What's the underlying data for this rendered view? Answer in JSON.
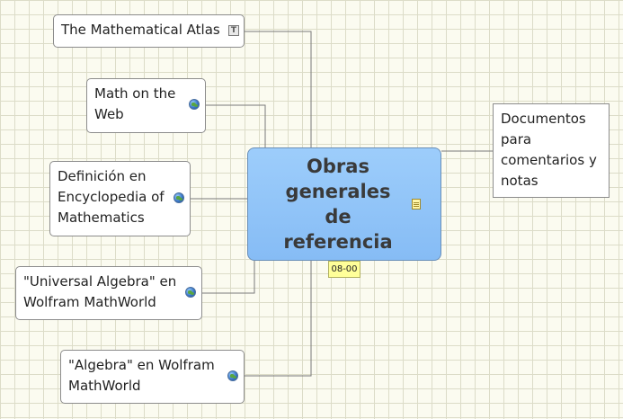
{
  "central": {
    "title": "Obras generales de referencia",
    "icon": "note-icon",
    "date_tag": "08-00"
  },
  "topics": [
    {
      "label": "The Mathematical Atlas",
      "icon": "text-t-icon"
    },
    {
      "label": "Math on the Web",
      "icon": "globe-icon"
    },
    {
      "label": "Definición en Encyclopedia of Mathematics",
      "icon": "globe-icon"
    },
    {
      "label": "\"Universal Algebra\" en Wolfram MathWorld",
      "icon": "globe-icon"
    },
    {
      "label": "\"Algebra\" en Wolfram MathWorld",
      "icon": "globe-icon"
    }
  ],
  "callout": {
    "label": "Documentos para comentarios y notas"
  },
  "colors": {
    "central_fill": "#8fc3f8",
    "grid_background": "#fbfbf0",
    "date_tag_fill": "#ffff99",
    "connector": "#7a7a7a"
  }
}
